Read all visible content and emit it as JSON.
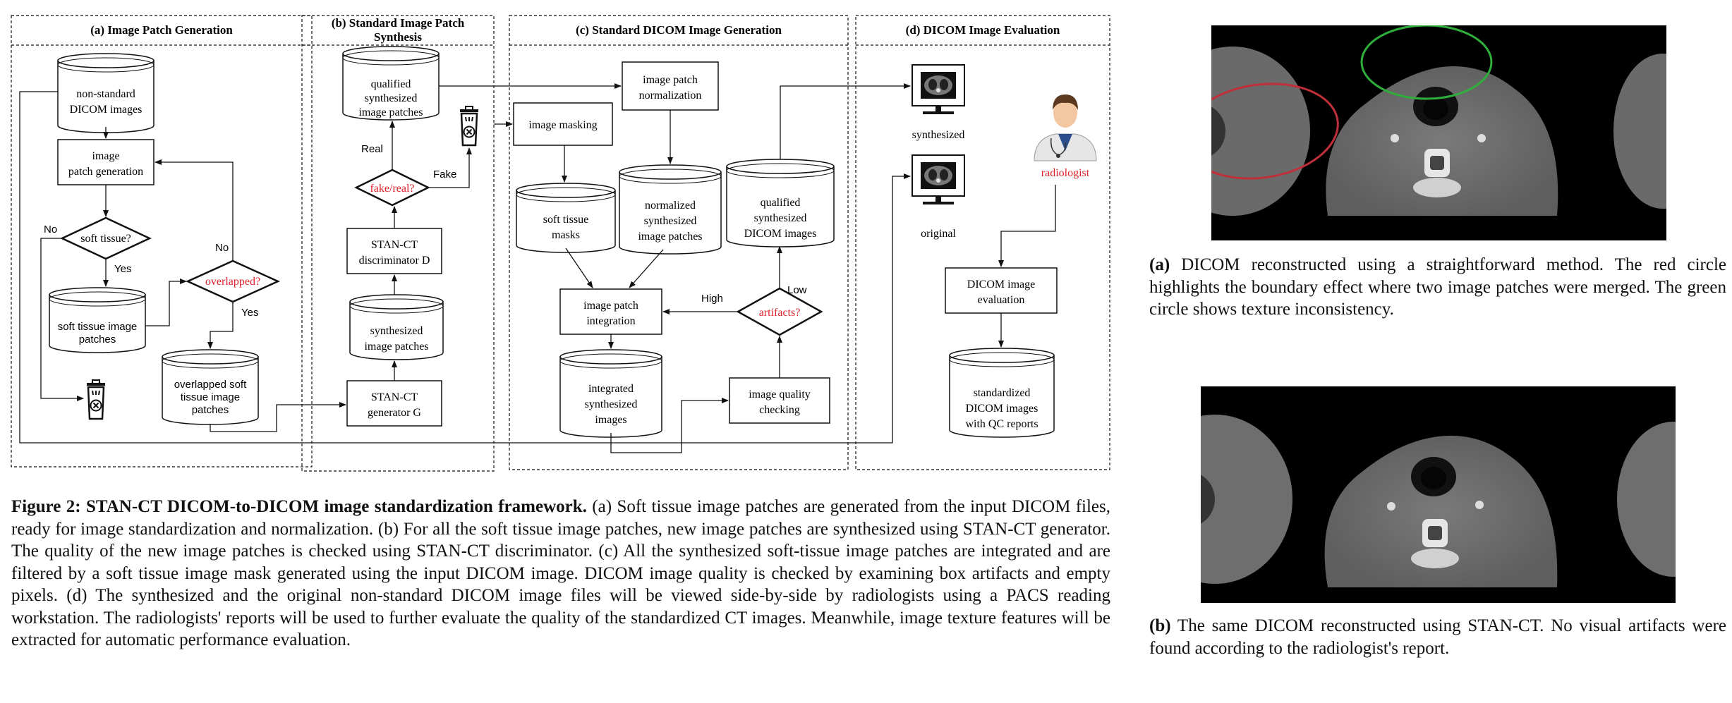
{
  "panels": {
    "a": "(a) Image Patch Generation",
    "b_line1": "(b) Standard Image Patch",
    "b_line2": "Synthesis",
    "c": "(c) Standard DICOM Image Generation",
    "d": "(d) DICOM Image Evaluation"
  },
  "nodes": {
    "non_standard_1": "non-standard",
    "non_standard_2": "DICOM images",
    "image_patch_gen_1": "image",
    "image_patch_gen_2": "patch generation",
    "soft_tissue_q": "soft tissue?",
    "overlapped_q": "overlapped?",
    "soft_tissue_patches_1": "soft tissue image",
    "soft_tissue_patches_2": "patches",
    "overlapped_patches_1": "overlapped soft",
    "overlapped_patches_2": "tissue image",
    "overlapped_patches_3": "patches",
    "qualified_patches_1": "qualified",
    "qualified_patches_2": "synthesized",
    "qualified_patches_3": "image patches",
    "fake_real_q": "fake/real?",
    "discriminator_1": "STAN-CT",
    "discriminator_2": "discriminator D",
    "synth_patches_1": "synthesized",
    "synth_patches_2": "image patches",
    "generator_1": "STAN-CT",
    "generator_2": "generator G",
    "patch_norm_1": "image patch",
    "patch_norm_2": "normalization",
    "image_masking": "image masking",
    "soft_masks_1": "soft tissue",
    "soft_masks_2": "masks",
    "norm_patches_1": "normalized",
    "norm_patches_2": "synthesized",
    "norm_patches_3": "image patches",
    "qualified_dicom_1": "qualified",
    "qualified_dicom_2": "synthesized",
    "qualified_dicom_3": "DICOM images",
    "patch_integration_1": "image patch",
    "patch_integration_2": "integration",
    "artifacts_q": "artifacts?",
    "integrated_1": "integrated",
    "integrated_2": "synthesized",
    "integrated_3": "images",
    "quality_check_1": "image quality",
    "quality_check_2": "checking",
    "synthesized_label": "synthesized",
    "original_label": "original",
    "radiologist_label": "radiologist",
    "dicom_eval_1": "DICOM image",
    "dicom_eval_2": "evaluation",
    "standardized_1": "standardized",
    "standardized_2": "DICOM images",
    "standardized_3": "with QC reports"
  },
  "edge_labels": {
    "no1": "No",
    "yes1": "Yes",
    "no2": "No",
    "yes2": "Yes",
    "real": "Real",
    "fake": "Fake",
    "high": "High",
    "low": "Low"
  },
  "caption_main": {
    "bold": "Figure 2: STAN-CT DICOM-to-DICOM image standardization framework.",
    "text": " (a) Soft tissue image patches are generated from the input DICOM files, ready for image standardization and normalization. (b) For all the soft tissue image patches, new image patches are synthesized using STAN-CT generator. The quality of the new image patches is checked using STAN-CT discriminator. (c) All the synthesized soft-tissue image patches are integrated and are filtered by a soft tissue image mask generated using the input DICOM image. DICOM image quality is checked by examining box artifacts and empty pixels. (d) The synthesized and the original non-standard DICOM image files will be viewed side-by-side by radiologists using a PACS reading workstation. The radiologists' reports will be used to further evaluate the quality of the standardized CT images. Meanwhile, image texture features will be extracted for automatic performance evaluation."
  },
  "caption_a": {
    "bold": "(a)",
    "text": " DICOM reconstructed using a straightforward method. The red circle highlights the boundary effect where two image patches were merged. The green circle shows texture inconsistency."
  },
  "caption_b": {
    "bold": "(b)",
    "text": " The same DICOM reconstructed using STAN-CT. No visual artifacts were found according to the radiologist's report."
  },
  "colors": {
    "red_text": "#e0202a",
    "red_circle": "#c0303a",
    "green_circle": "#2fae3c"
  }
}
